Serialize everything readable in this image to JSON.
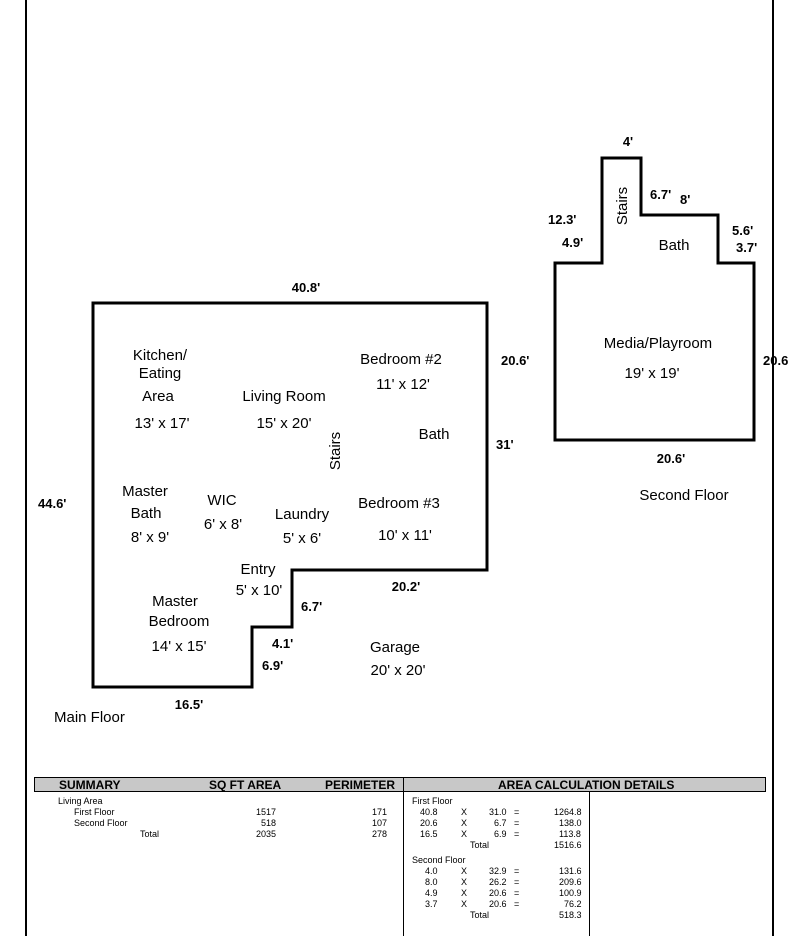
{
  "main_floor": {
    "label": "Main Floor",
    "dims": {
      "top": "40.8'",
      "left": "44.6'",
      "right": "31'",
      "bottom_right": "20.2'",
      "step_vertical": "6.7'",
      "step_small": "4.1'",
      "step_lower": "6.9'",
      "bottom": "16.5'"
    },
    "rooms": {
      "kitchen_line1": "Kitchen/",
      "kitchen_line2": "Eating",
      "kitchen_line3": "Area",
      "kitchen_size": "13' x 17'",
      "living_name": "Living Room",
      "living_size": "15' x 20'",
      "stairs": "Stairs",
      "bedroom2_name": "Bedroom #2",
      "bedroom2_size": "11' x 12'",
      "bath": "Bath",
      "master_bath_line1": "Master",
      "master_bath_line2": "Bath",
      "master_bath_size": "8' x 9'",
      "wic_name": "WIC",
      "wic_size": "6' x 8'",
      "laundry_name": "Laundry",
      "laundry_size": "5' x 6'",
      "bedroom3_name": "Bedroom #3",
      "bedroom3_size": "10' x 11'",
      "entry_name": "Entry",
      "entry_size": "5' x 10'",
      "master_bed_line1": "Master",
      "master_bed_line2": "Bedroom",
      "master_bed_size": "14' x 15'",
      "garage_name": "Garage",
      "garage_size": "20' x 20'"
    }
  },
  "second_floor": {
    "label": "Second Floor",
    "dims": {
      "top": "4'",
      "stairs_left": "12.3'",
      "left_step": "4.9'",
      "right_step": "6.7'",
      "bath_top": "8'",
      "bath_right": "5.6'",
      "right_step_small": "3.7'",
      "side_left": "20.6'",
      "side_right": "20.6",
      "bottom": "20.6'"
    },
    "rooms": {
      "stairs": "Stairs",
      "bath": "Bath",
      "media_name": "Media/Playroom",
      "media_size": "19' x 19'"
    }
  },
  "summary": {
    "headers": {
      "summary": "SUMMARY",
      "sqft": "SQ FT AREA",
      "perimeter": "PERIMETER",
      "details": "AREA CALCULATION DETAILS"
    },
    "living_area": "Living Area",
    "rows": [
      {
        "name": "First Floor",
        "area": "1517",
        "perimeter": "171"
      },
      {
        "name": "Second Floor",
        "area": "518",
        "perimeter": "107"
      },
      {
        "name": "Total",
        "area": "2035",
        "perimeter": "278"
      }
    ],
    "first_floor": {
      "title": "First Floor",
      "lines": [
        {
          "a": "40.8",
          "x": "X",
          "b": "31.0",
          "eq": "=",
          "r": "1264.8"
        },
        {
          "a": "20.6",
          "x": "X",
          "b": "6.7",
          "eq": "=",
          "r": "138.0"
        },
        {
          "a": "16.5",
          "x": "X",
          "b": "6.9",
          "eq": "=",
          "r": "113.8"
        }
      ],
      "total_label": "Total",
      "total": "1516.6"
    },
    "second_floor": {
      "title": "Second Floor",
      "lines": [
        {
          "a": "4.0",
          "x": "X",
          "b": "32.9",
          "eq": "=",
          "r": "131.6"
        },
        {
          "a": "8.0",
          "x": "X",
          "b": "26.2",
          "eq": "=",
          "r": "209.6"
        },
        {
          "a": "4.9",
          "x": "X",
          "b": "20.6",
          "eq": "=",
          "r": "100.9"
        },
        {
          "a": "3.7",
          "x": "X",
          "b": "20.6",
          "eq": "=",
          "r": "76.2"
        }
      ],
      "total_label": "Total",
      "total": "518.3"
    }
  }
}
